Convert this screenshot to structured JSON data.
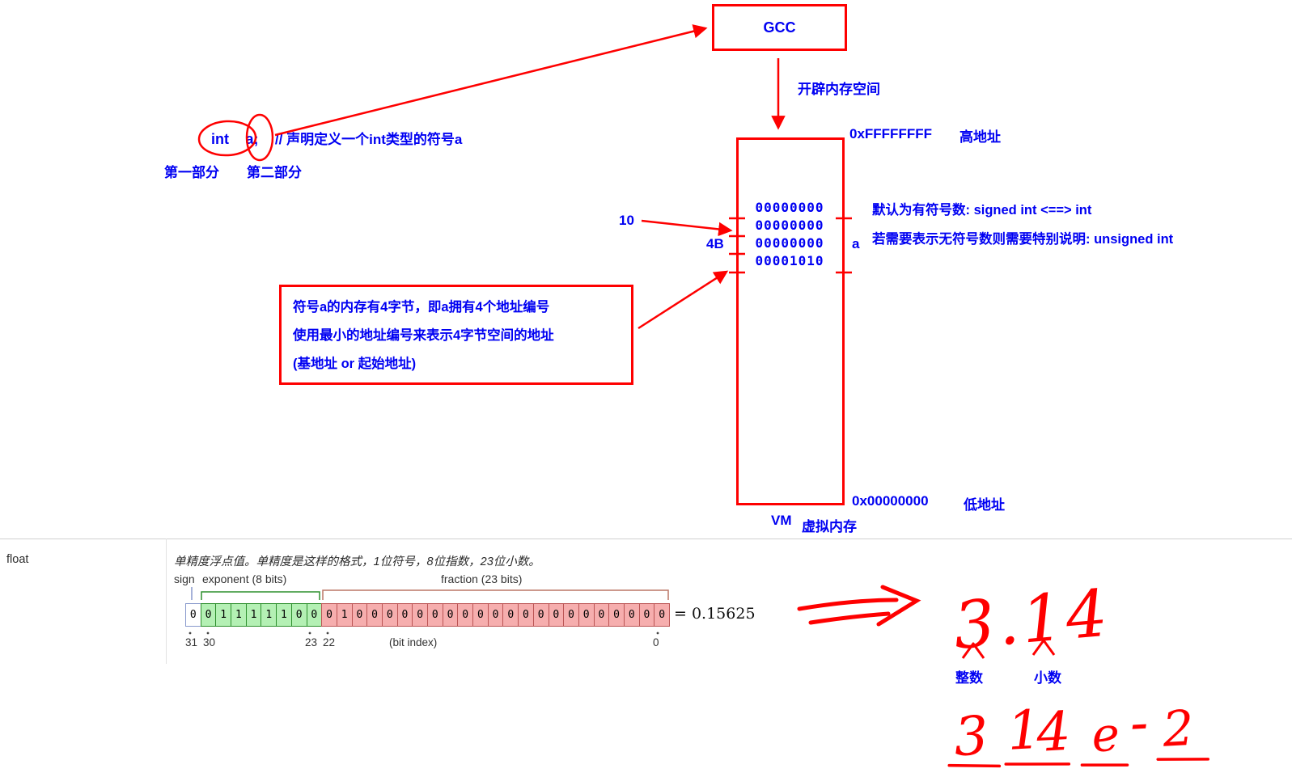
{
  "gcc": {
    "label": "GCC"
  },
  "memory": {
    "alloc_label": "开辟内存空间",
    "high_addr": "0xFFFFFFFF",
    "high_addr_label": "高地址",
    "low_addr": "0x00000000",
    "low_addr_label": "低地址",
    "vm_label": "VM",
    "vm_sublabel": "虚拟内存",
    "bytes": [
      "00000000",
      "00000000",
      "00000000",
      "00001010"
    ],
    "var_label": "a",
    "size_label": "4B",
    "value_label": "10"
  },
  "declaration": {
    "keyword": "int",
    "variable": "a;",
    "comment": "// 声明定义一个int类型的符号a",
    "part1": "第一部分",
    "part2": "第二部分"
  },
  "notes": {
    "signed": "默认为有符号数:  signed int   <==>  int",
    "unsigned": "若需要表示无符号数则需要特别说明:  unsigned int",
    "box_line1": "符号a的内存有4字节，即a拥有4个地址编号",
    "box_line2": "使用最小的地址编号来表示4字节空间的地址",
    "box_line3": "(基地址 or 起始地址)"
  },
  "float_table": {
    "term": "float",
    "description": "单精度浮点值。单精度是这样的格式，1位符号，8位指数，23位小数。",
    "sign_label": "sign",
    "exponent_label": "exponent (8 bits)",
    "fraction_label": "fraction (23 bits)",
    "bits": [
      "0",
      "0",
      "1",
      "1",
      "1",
      "1",
      "1",
      "0",
      "0",
      "0",
      "1",
      "0",
      "0",
      "0",
      "0",
      "0",
      "0",
      "0",
      "0",
      "0",
      "0",
      "0",
      "0",
      "0",
      "0",
      "0",
      "0",
      "0",
      "0",
      "0",
      "0",
      "0"
    ],
    "result": "= 0.15625",
    "idx_31": "31",
    "idx_30": "30",
    "idx_23": "23",
    "idx_22": "22",
    "bit_index_label": "(bit index)",
    "idx_0": "0"
  },
  "handwriting": {
    "value": "3.14",
    "integer_label": "整数",
    "fraction_label": "小数",
    "sci_chars": [
      "3",
      "1",
      "4",
      "e",
      "-",
      "2"
    ]
  }
}
